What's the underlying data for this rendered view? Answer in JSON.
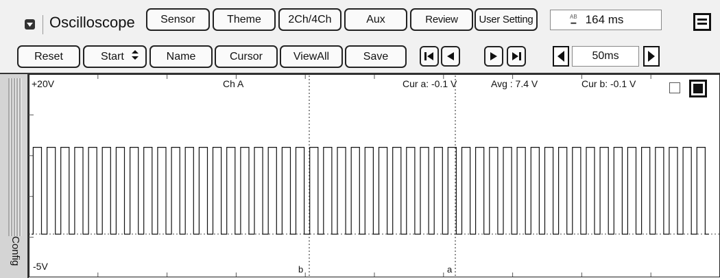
{
  "app": {
    "title": "Oscilloscope"
  },
  "toolbar_top": {
    "sensor": "Sensor",
    "theme": "Theme",
    "channels": "2Ch/4Ch",
    "aux": "Aux",
    "review": "Review",
    "user_setting": "User Setting",
    "time_readout": "164 ms",
    "time_icon_text": "AB"
  },
  "toolbar_bottom": {
    "reset": "Reset",
    "start": "Start",
    "name": "Name",
    "cursor": "Cursor",
    "view_all": "ViewAll",
    "save": "Save",
    "zoom_value": "50ms"
  },
  "side_panel": {
    "label": "Config"
  },
  "scope": {
    "top_voltage": "+20V",
    "bottom_voltage": "-5V",
    "channel_label": "Ch A",
    "cur_a": "Cur a: -0.1 V",
    "avg": "Avg  : 7.4 V",
    "cur_b": "Cur b: -0.1 V",
    "cursor_b_marker": "b",
    "cursor_a_marker": "a",
    "trace_color": "#111111",
    "signal": {
      "high_volts": 11,
      "low_volts": -0.1,
      "range_volts": [
        -5,
        20
      ],
      "pulse_count": 49
    }
  },
  "icons": {
    "menu": "menu-icon",
    "spinner": "up-down-spinner-icon",
    "window": "window-layout-icon",
    "first": "skip-to-start-icon",
    "prev": "step-back-icon",
    "next": "step-forward-icon",
    "last": "skip-to-end-icon",
    "zoom_out": "zoom-decrease-icon",
    "zoom_in": "zoom-increase-icon"
  }
}
